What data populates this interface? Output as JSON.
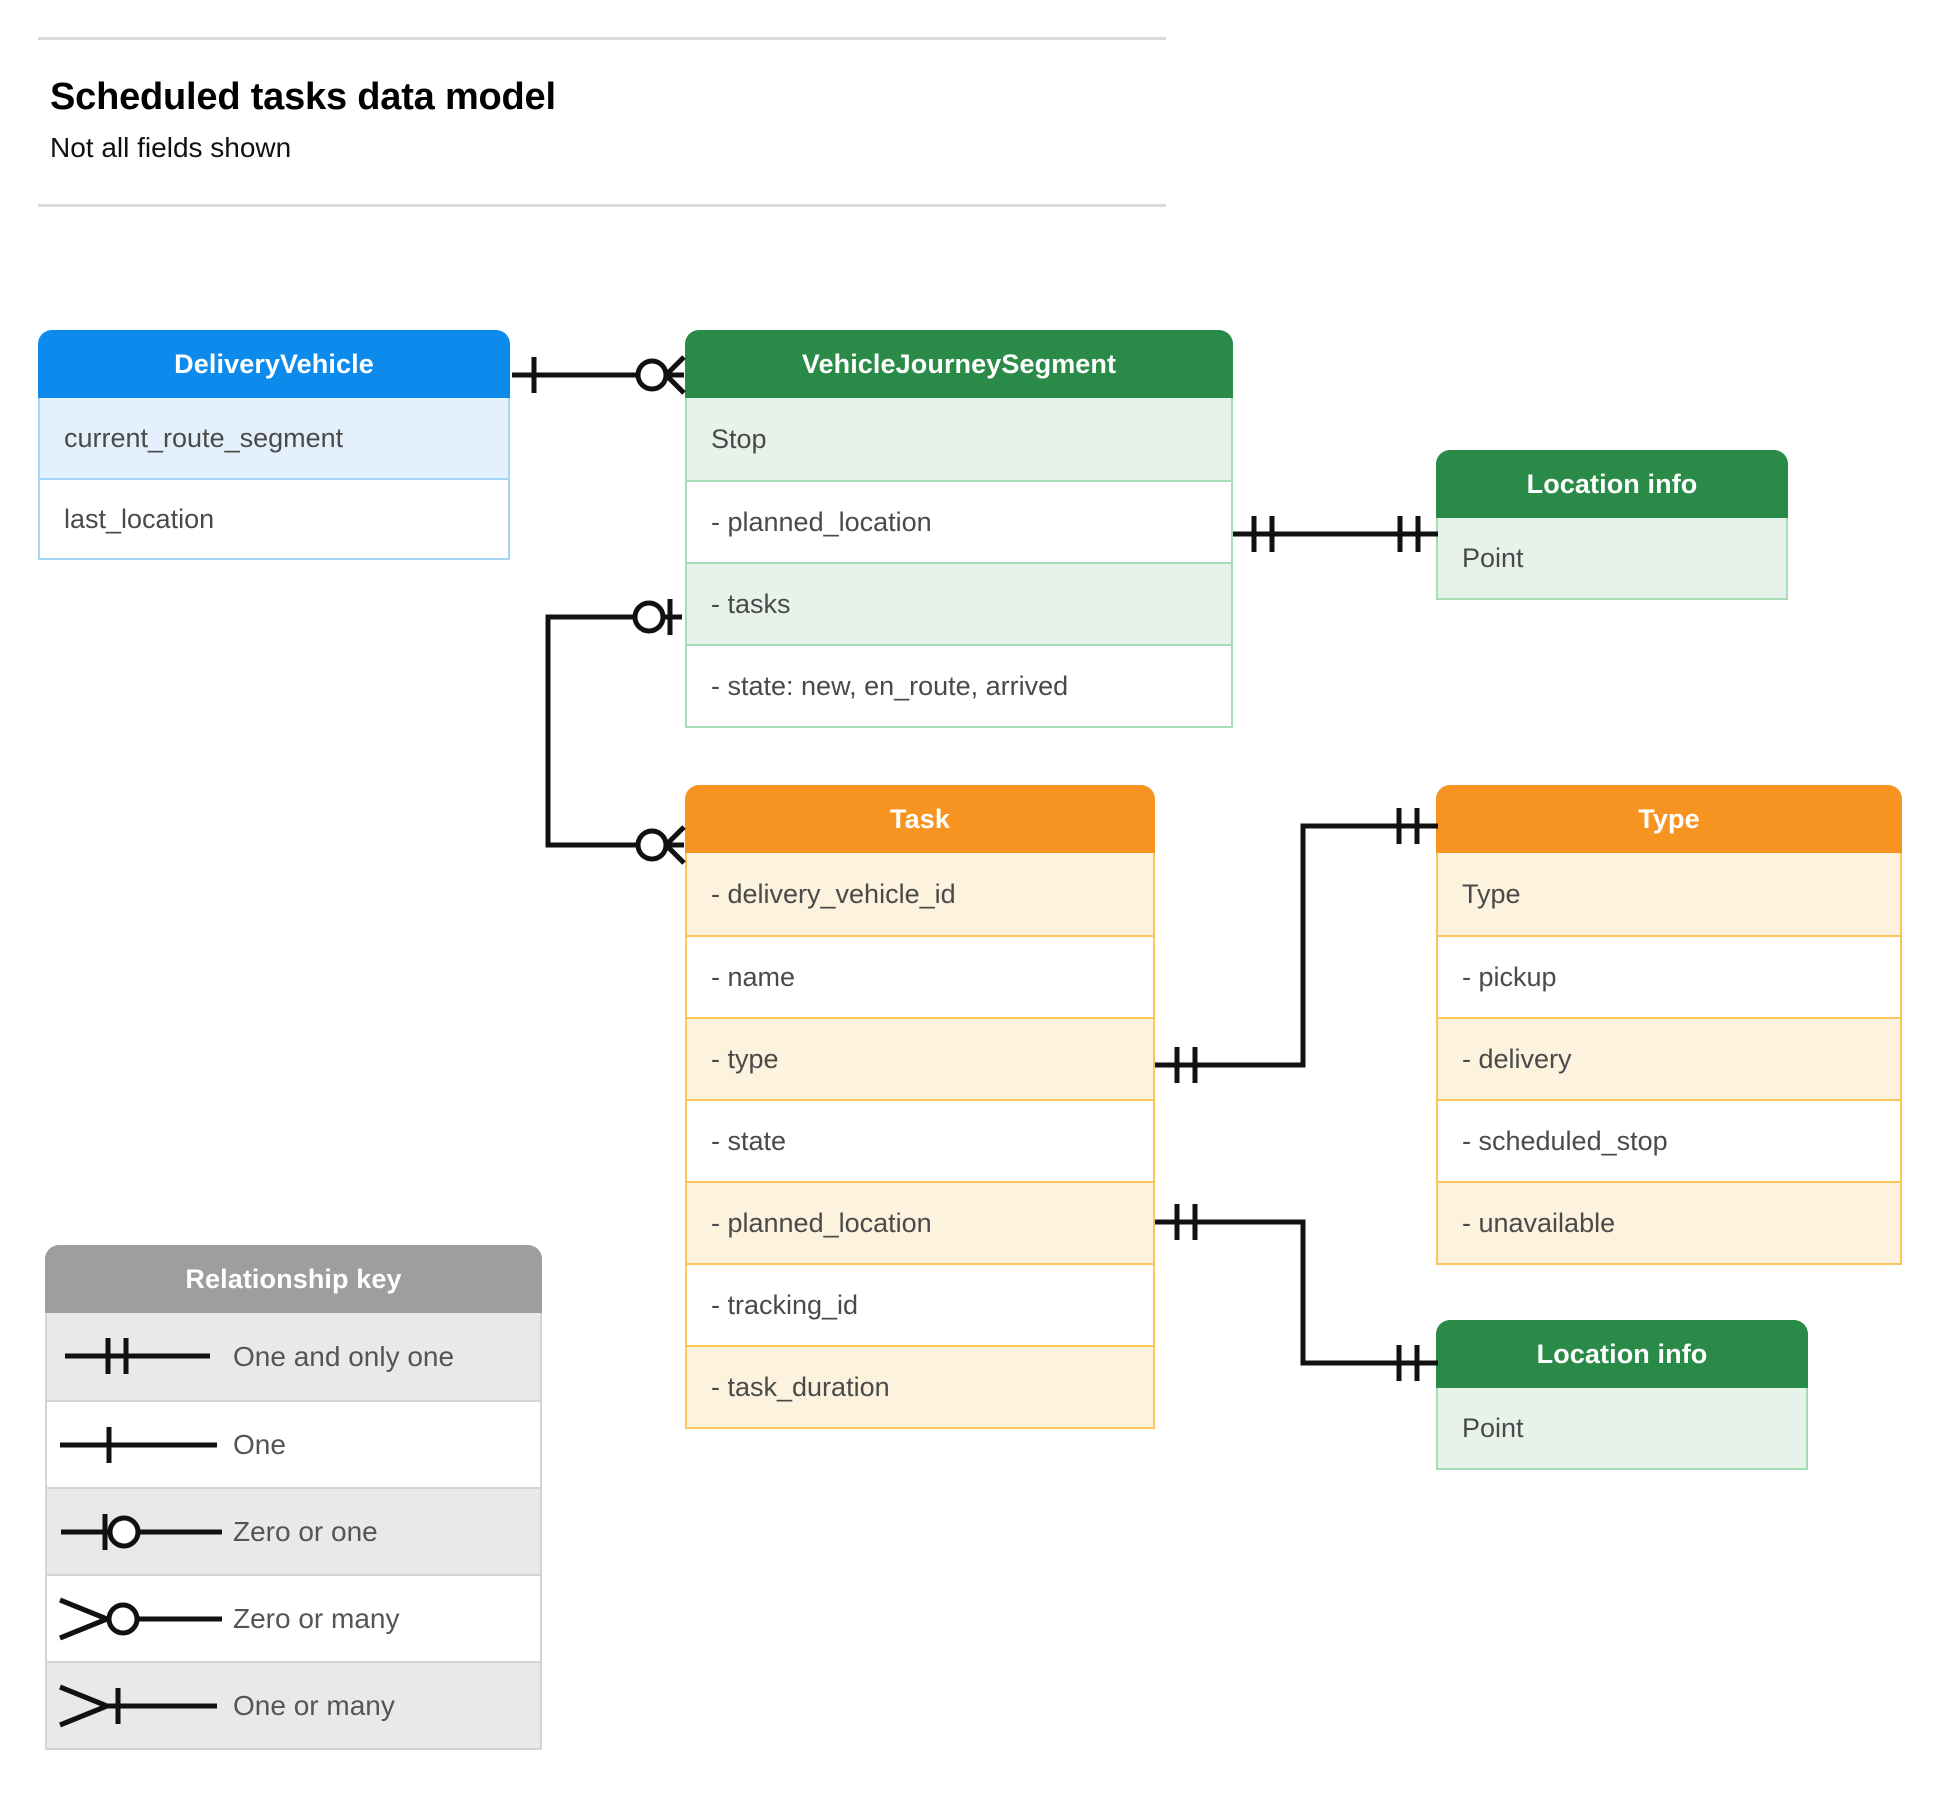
{
  "header": {
    "title": "Scheduled tasks data model",
    "subtitle": "Not all fields shown"
  },
  "colors": {
    "blue_header": "#0d8bec",
    "blue_row_alt": "#e4f1fd",
    "green_header": "#2a8a47",
    "green_row_alt": "#e7f3ea",
    "orange_header": "#f79421",
    "orange_row_alt": "#fdf2dd",
    "grey_header": "#9e9e9e",
    "grey_row_alt": "#e9e9e9",
    "connector": "#111111",
    "rule": "#dadce0"
  },
  "entities": {
    "delivery_vehicle": {
      "title": "DeliveryVehicle",
      "rows": [
        "current_route_segment",
        "last_location"
      ]
    },
    "vehicle_journey_segment": {
      "title": "VehicleJourneySegment",
      "rows": [
        "Stop",
        "-  planned_location",
        "- tasks",
        "- state: new, en_route, arrived"
      ]
    },
    "location_info_top": {
      "title": "Location info",
      "rows": [
        "Point"
      ]
    },
    "task": {
      "title": "Task",
      "rows": [
        "- delivery_vehicle_id",
        "- name",
        "- type",
        "- state",
        "- planned_location",
        "- tracking_id",
        "- task_duration"
      ]
    },
    "type": {
      "title": "Type",
      "rows": [
        "Type",
        "-   pickup",
        "-   delivery",
        "-   scheduled_stop",
        "-   unavailable"
      ]
    },
    "location_info_bottom": {
      "title": "Location info",
      "rows": [
        "Point"
      ]
    }
  },
  "legend": {
    "title": "Relationship key",
    "rows": [
      {
        "symbol": "one-and-only-one-icon",
        "label": "One and only one"
      },
      {
        "symbol": "one-icon",
        "label": "One"
      },
      {
        "symbol": "zero-or-one-icon",
        "label": "Zero or one"
      },
      {
        "symbol": "zero-or-many-icon",
        "label": "Zero or many"
      },
      {
        "symbol": "one-or-many-icon",
        "label": "One or many"
      }
    ]
  },
  "relationships": [
    {
      "from": "DeliveryVehicle",
      "from_cardinality": "One",
      "to": "VehicleJourneySegment",
      "to_cardinality": "Zero or many"
    },
    {
      "from": "VehicleJourneySegment.tasks",
      "from_cardinality": "Zero or one",
      "to": "Task",
      "to_cardinality": "Zero or many"
    },
    {
      "from": "VehicleJourneySegment.planned_location",
      "from_cardinality": "One and only one",
      "to": "Location info",
      "to_cardinality": "One and only one"
    },
    {
      "from": "Task.type",
      "from_cardinality": "One and only one",
      "to": "Type",
      "to_cardinality": "One and only one"
    },
    {
      "from": "Task.planned_location",
      "from_cardinality": "One and only one",
      "to": "Location info",
      "to_cardinality": "One and only one"
    }
  ]
}
